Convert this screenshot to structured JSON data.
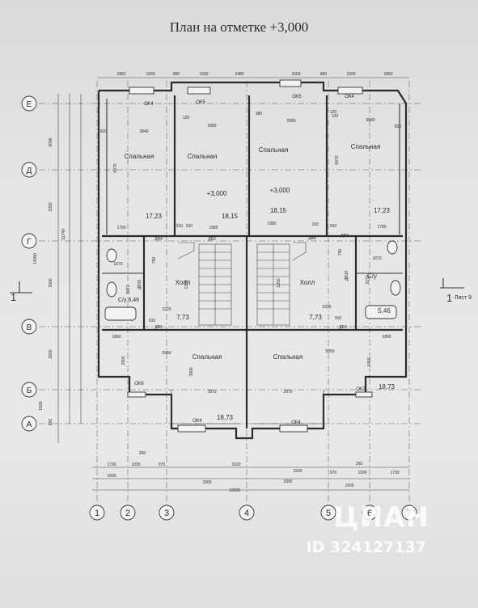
{
  "title": "План на отметке +3,000",
  "axes": {
    "rows": [
      "Е",
      "Д",
      "Г",
      "В",
      "Б",
      "А"
    ],
    "cols": [
      "1",
      "2",
      "3",
      "4",
      "5",
      "6",
      "7"
    ]
  },
  "section_mark": {
    "number": "1",
    "ref": "Лист 9"
  },
  "rooms": [
    {
      "name": "Спальная",
      "area": "17,23"
    },
    {
      "name": "Спальная",
      "area": "18,15"
    },
    {
      "name": "Спальная",
      "area": "18,15"
    },
    {
      "name": "Спальная",
      "area": "17,23"
    },
    {
      "name": "Холл",
      "area": "7,73"
    },
    {
      "name": "Холл",
      "area": "7,73"
    },
    {
      "name": "С/у",
      "area": "6,46"
    },
    {
      "name": "С/у",
      "area": "5,46"
    },
    {
      "name": "Спальная",
      "area": "18,73"
    },
    {
      "name": "Спальная",
      "area": "18,73"
    }
  ],
  "level_marks": [
    "+3,000",
    "+3,000"
  ],
  "windows": [
    "ОК4",
    "ОК5",
    "ОК5",
    "ОК4",
    "ОК6",
    "ОК4",
    "ОК4",
    "ОК7"
  ],
  "doors": [
    "ДВ4",
    "ДВ3",
    "ДВ4",
    "ДВ3",
    "ДВ3",
    "ДВ3",
    "ДВ15",
    "ДВ16"
  ],
  "top_dims": [
    "1860",
    "1500",
    "860",
    "1500",
    "2480",
    "1500",
    "860",
    "1500",
    "1860"
  ],
  "room_dims": [
    "2840",
    "2990",
    "2990",
    "2840",
    "1790",
    "1980",
    "1980",
    "1790",
    "910",
    "910",
    "910",
    "910",
    "120",
    "120",
    "380",
    "120",
    "820",
    "820",
    "6070",
    "6070"
  ],
  "hall_dims": [
    "1670",
    "1670",
    "2220",
    "2220",
    "3270",
    "3270",
    "750",
    "750",
    "1200",
    "1200",
    "910",
    "910",
    "1860",
    "1860",
    "5950",
    "5950",
    "2970",
    "2970",
    "2800",
    "2400",
    "3900"
  ],
  "left_dims": [
    "3000",
    "3350",
    "3000",
    "2600",
    "1500",
    "800",
    "14050",
    "11740"
  ],
  "bottom_dims": [
    "1730",
    "1000",
    "970",
    "2620",
    "1500",
    "970",
    "1000",
    "1730",
    "250",
    "250"
  ],
  "total_dims": [
    "1500",
    "3300",
    "3300",
    "1500",
    "12600"
  ],
  "watermark": {
    "brand": "ЦИАН",
    "id": "ID 324127137"
  }
}
